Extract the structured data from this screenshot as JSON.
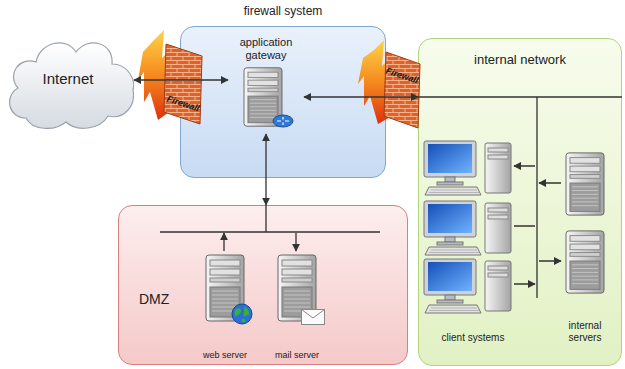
{
  "diagram": {
    "nodes": [
      {
        "text": [
          "firewall system"
        ]
      },
      {
        "text": [
          "application gateway"
        ],
        "in": 0
      },
      {
        "text": [
          "Internet"
        ]
      },
      {
        "text": [
          "DMZ"
        ]
      },
      {
        "text": [
          "web server"
        ],
        "in": 3
      },
      {
        "text": [
          "mail server"
        ],
        "in": 3
      },
      {
        "text": [
          "internal network"
        ]
      },
      {
        "text": [
          "client systems"
        ],
        "in": 6
      },
      {
        "text": [
          "internal servers"
        ],
        "in": 6
      }
    ],
    "edges": [
      {
        "from": 2,
        "to": 1,
        "arrow": "both"
      },
      {
        "from": 1,
        "to": 6,
        "arrow": "both"
      },
      {
        "from": 1,
        "to": 3,
        "arrow": "both"
      }
    ],
    "labels": [
      "Firewall",
      "Firewall"
    ]
  }
}
